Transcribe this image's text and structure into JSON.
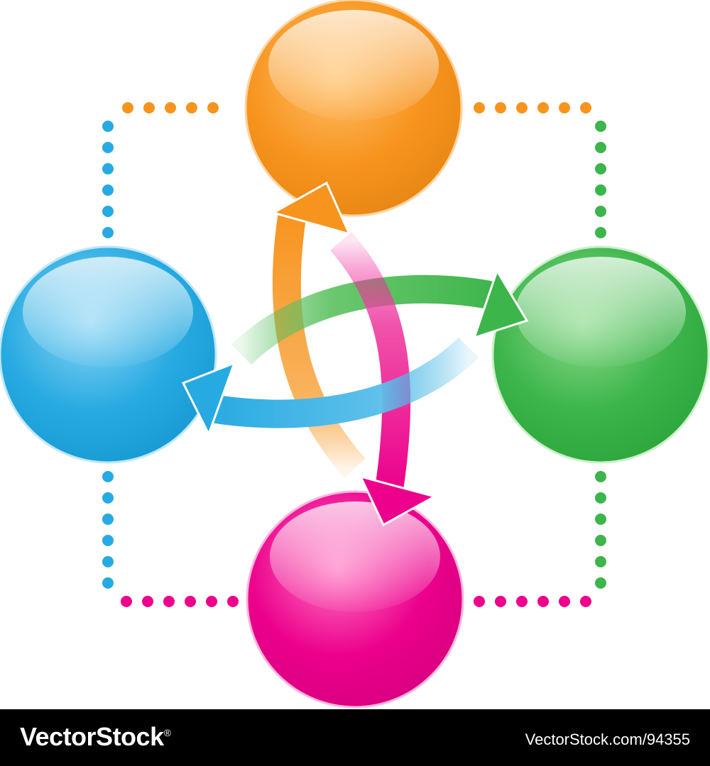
{
  "diagram": {
    "nodes": [
      {
        "id": "orange",
        "color": "#F7941E",
        "dark": "#E07B10",
        "light": "#FFD29A"
      },
      {
        "id": "green",
        "color": "#3CB54A",
        "dark": "#1E9A2E",
        "light": "#BFF0C0"
      },
      {
        "id": "magenta",
        "color": "#EC008C",
        "dark": "#C8006F",
        "light": "#FF9FD3"
      },
      {
        "id": "blue",
        "color": "#27AAE1",
        "dark": "#0E8FCB",
        "light": "#B8E6FA"
      }
    ],
    "connectors": [
      {
        "from": "orange",
        "to": "green",
        "style": "dotted",
        "color": "#3CB54A"
      },
      {
        "from": "blue",
        "to": "orange",
        "style": "dotted",
        "color": "#27AAE1"
      },
      {
        "from": "magenta",
        "to": "green",
        "style": "dotted",
        "color": "#3CB54A"
      },
      {
        "from": "blue",
        "to": "magenta",
        "style": "dotted",
        "color": "#EC008C"
      }
    ],
    "arrows": [
      {
        "from": "magenta",
        "to": "orange",
        "color": "#F7941E"
      },
      {
        "from": "blue",
        "to": "green",
        "color": "#3CB54A"
      },
      {
        "from": "orange",
        "to": "magenta",
        "color": "#EC008C"
      },
      {
        "from": "green",
        "to": "blue",
        "color": "#27AAE1"
      }
    ]
  },
  "footer": {
    "brand": "VectorStock",
    "brand_mark": "®",
    "image_id": "VectorStock.com/94355"
  }
}
